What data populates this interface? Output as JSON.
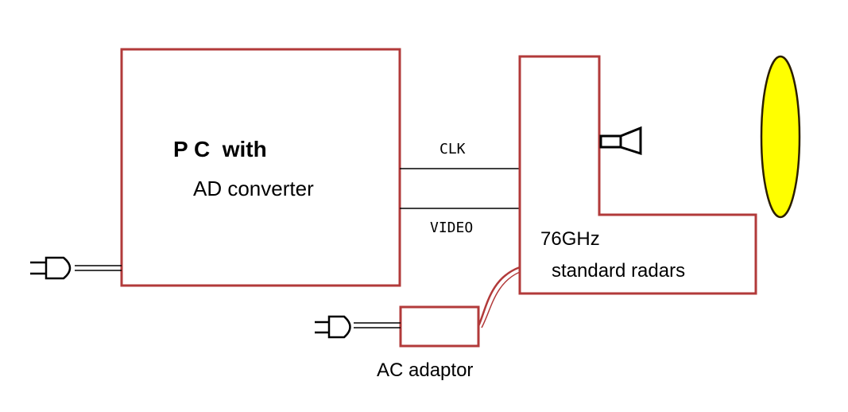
{
  "colors": {
    "background": "#ffffff",
    "box_stroke": "#b23a3a",
    "wire": "#000000",
    "cable": "#b23a3a",
    "target_fill": "#ffff00",
    "target_stroke": "#2b1e00"
  },
  "pc": {
    "title": "P C  with",
    "subtitle": "AD converter"
  },
  "signals": {
    "clk": "CLK",
    "video": "VIDEO"
  },
  "radar": {
    "freq": "76GHz",
    "name": "standard radars"
  },
  "adaptor": {
    "label": "AC adaptor"
  },
  "icons": {
    "pc_plug": "power-plug-icon",
    "adaptor_plug": "power-plug-icon",
    "horn": "horn-antenna-icon",
    "target": "reflector-target-icon"
  }
}
